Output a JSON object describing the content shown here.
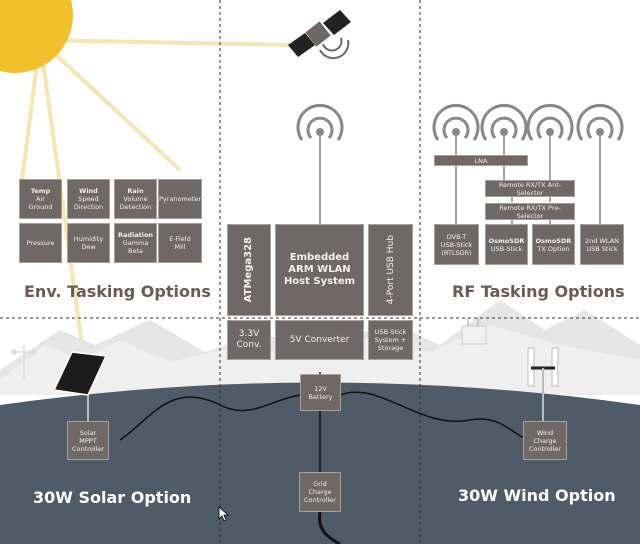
{
  "env_options": [
    {
      "bold": "Temp",
      "lines": [
        "Air",
        "Ground"
      ]
    },
    {
      "bold": "Wind",
      "lines": [
        "Speed",
        "Direction"
      ]
    },
    {
      "bold": "Rain",
      "lines": [
        "Volume",
        "Detection"
      ]
    },
    {
      "bold": "",
      "lines": [
        "Pyranometer"
      ]
    },
    {
      "bold": "",
      "lines": [
        "Pressure"
      ]
    },
    {
      "bold": "",
      "lines": [
        "Humidity",
        "Dew"
      ]
    },
    {
      "bold": "Radiation",
      "lines": [
        "Gamma",
        "Beta"
      ]
    },
    {
      "bold": "",
      "lines": [
        "E-Field",
        "Mill"
      ]
    }
  ],
  "env_heading": "Env. Tasking Options",
  "rf_heading": "RF Tasking Options",
  "solar_heading": "30W Solar Option",
  "wind_heading": "30W Wind Option",
  "core": {
    "atmega": "ATMega328",
    "host": [
      "Embedded",
      "ARM WLAN",
      "Host System"
    ],
    "usb_hub": "4-Port USB Hub",
    "conv33": [
      "3.3V",
      "Conv."
    ],
    "conv5": "5V Converter",
    "usb_storage": [
      "USB-Stick",
      "System +",
      "Storage"
    ],
    "battery": [
      "12V",
      "Battery"
    ],
    "grid": [
      "Grid",
      "Charge",
      "Controller"
    ],
    "solar_ctrl": [
      "Solar",
      "MPPT",
      "Controller"
    ],
    "wind_ctrl": [
      "Wind",
      "Charge",
      "Controller"
    ]
  },
  "rf": {
    "lna": "LNA",
    "ant_selector": "Remote RX/TX Ant-Selector",
    "pre_selector": "Remote RX/TX Pre-Selector",
    "dvbt": [
      "DVB-T",
      "USB-Stick",
      "(RTLSDR)"
    ],
    "osmo_usb": {
      "bold": "OsmoSDR",
      "line": "USB-Stick"
    },
    "osmo_tx": {
      "bold": "OsmoSDR",
      "line": "TX Option"
    },
    "wlan2": [
      "2nd WLAN",
      "USB Stick"
    ]
  },
  "colors": {
    "box": "#6f6865",
    "heading": "#6b5a57",
    "ground": "#4f5b66",
    "sun": "#f0c02a"
  }
}
